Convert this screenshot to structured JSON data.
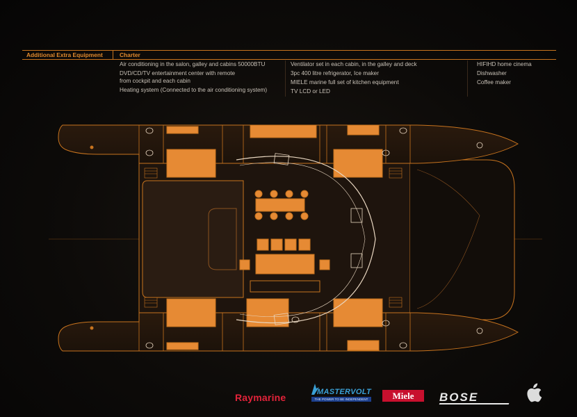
{
  "table": {
    "header_left": "Additional Extra Equipment",
    "header_right": "Charter",
    "col1": [
      "Air conditioning in the salon, galley and cabins 50000BTU",
      "DVD/CD/TV entertainment center with remote",
      "from cockpit and each cabin",
      "Heating system (Connected to the air conditioning system)"
    ],
    "col2": [
      "Ventilator set in each cabin, in the galley and deck",
      "3pc 400 litre refrigerator, Ice maker",
      "MIELE marine full set of kitchen equipment",
      "TV LCD or LED"
    ],
    "col3": [
      "HIFIHD home cinema",
      "Dishwasher",
      "Coffee maker"
    ]
  },
  "logos": {
    "raymarine": "Raymarine",
    "mastervolt": "MASTERVOLT",
    "mastervolt_tag": "THE POWER TO BE INDEPENDENT",
    "miele": "Miele",
    "bose": "BOSE"
  },
  "icons": [
    "apple-logo-icon",
    "mastervolt-swoosh-icon"
  ],
  "colors": {
    "accent": "#e08a2e",
    "line": "#c7731e",
    "fill": "#e68a34",
    "background": "#0a0908"
  }
}
